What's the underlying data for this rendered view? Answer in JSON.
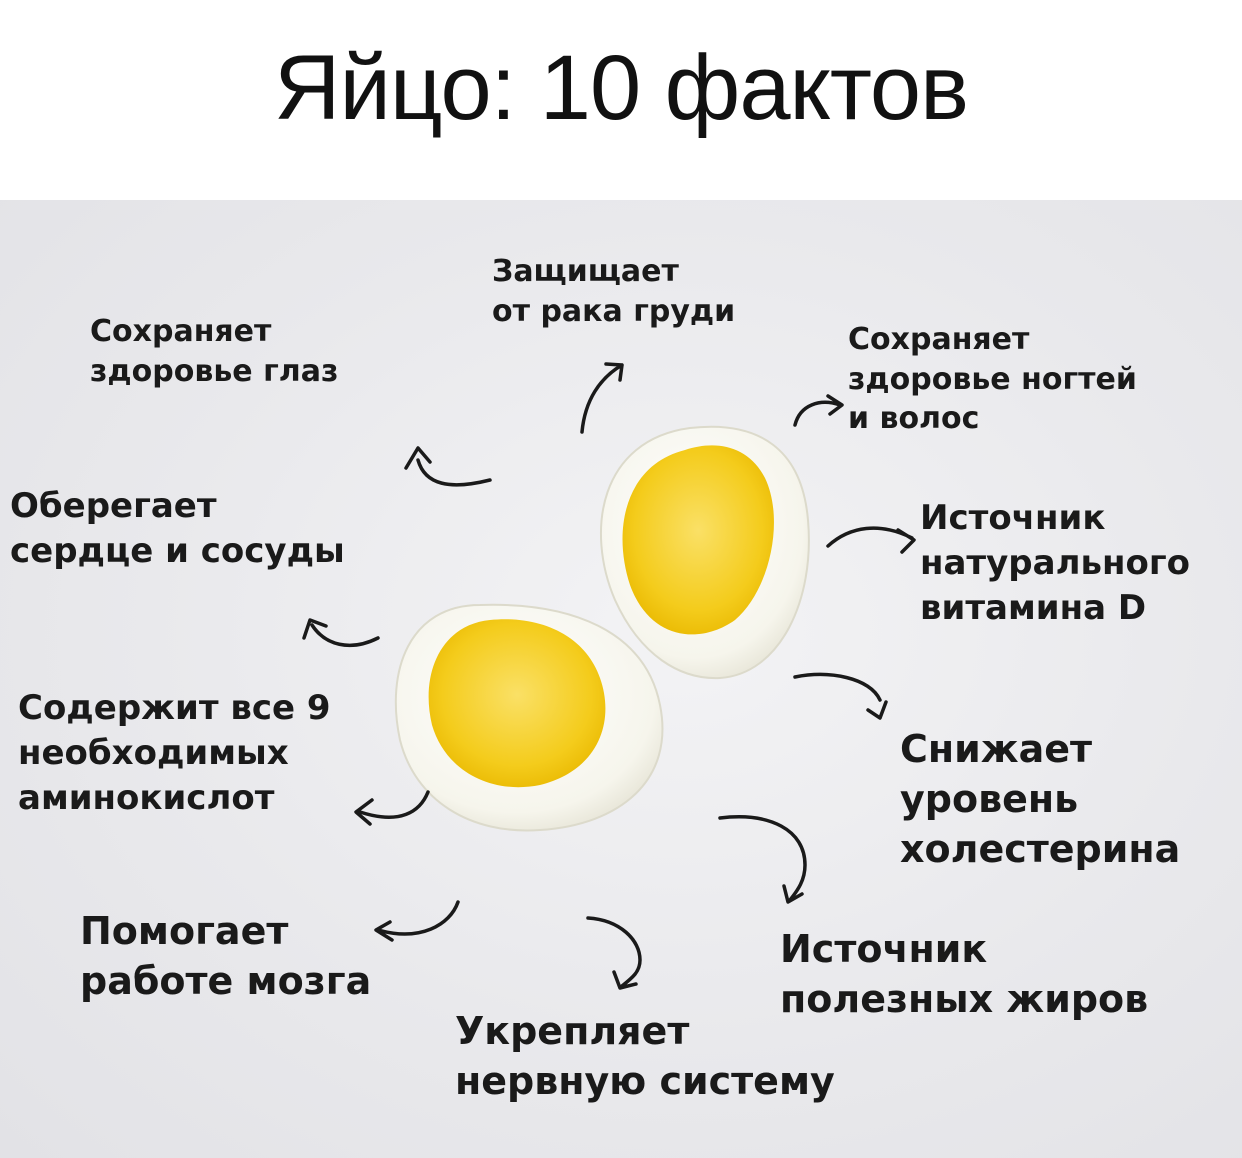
{
  "title": "Яйцо: 10 фактов",
  "colors": {
    "yolk": "#f2c50c",
    "yolk_light": "#fae066",
    "white": "#fbfbf6",
    "text": "#1a1a1a",
    "background": "#e9e9ec"
  },
  "facts": [
    {
      "lines": [
        "Защищает",
        "от рака груди"
      ]
    },
    {
      "lines": [
        "Сохраняет",
        "здоровье глаз"
      ]
    },
    {
      "lines": [
        "Сохраняет",
        "здоровье ногтей",
        "и волос"
      ]
    },
    {
      "lines": [
        "Оберегает",
        "сердце и сосуды"
      ]
    },
    {
      "lines": [
        "Источник",
        "натурального",
        "витамина D"
      ]
    },
    {
      "lines": [
        "Содержит все 9",
        "необходимых",
        "аминокислот"
      ]
    },
    {
      "lines": [
        "Снижает",
        "уровень",
        "холестерина"
      ]
    },
    {
      "lines": [
        "Помогает",
        "работе мозга"
      ]
    },
    {
      "lines": [
        "Источник",
        "полезных жиров"
      ]
    },
    {
      "lines": [
        "Укрепляет",
        "нервную систему"
      ]
    }
  ]
}
